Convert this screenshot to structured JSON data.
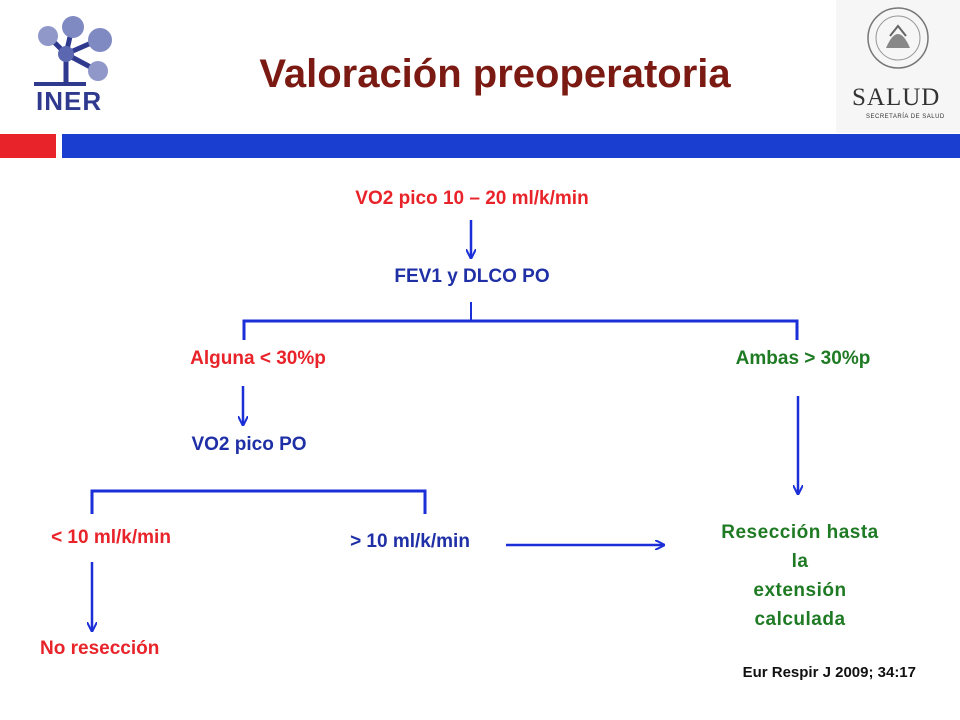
{
  "header": {
    "title": "Valoración preoperatoria",
    "logo_left_text": "INER",
    "logo_right_text": "SALUD",
    "logo_right_subtext": "SECRETARÍA DE SALUD"
  },
  "flow": {
    "vo2_range": "VO2 pico  10 – 20 ml/k/min",
    "fev1_dlco": "FEV1 y DLCO PO",
    "alguna": "Alguna < 30%p",
    "ambas": "Ambas > 30%p",
    "vo2_po": "VO2 pico PO",
    "lt10": "< 10 ml/k/min",
    "gt10": "> 10 ml/k/min",
    "reseccion_line1": "Resección hasta la",
    "reseccion_line2": "extensión calculada",
    "no_reseccion": "No resección"
  },
  "citation": "Eur Respir J 2009; 34:17",
  "colors": {
    "title": "#7a1a12",
    "red_bar": "#e8242a",
    "blue_bar": "#1a3fd0",
    "red_text": "#e8242a",
    "blue_text": "#1f2fa6",
    "green_text": "#1f7a24",
    "connector": "#1a2fd8"
  }
}
